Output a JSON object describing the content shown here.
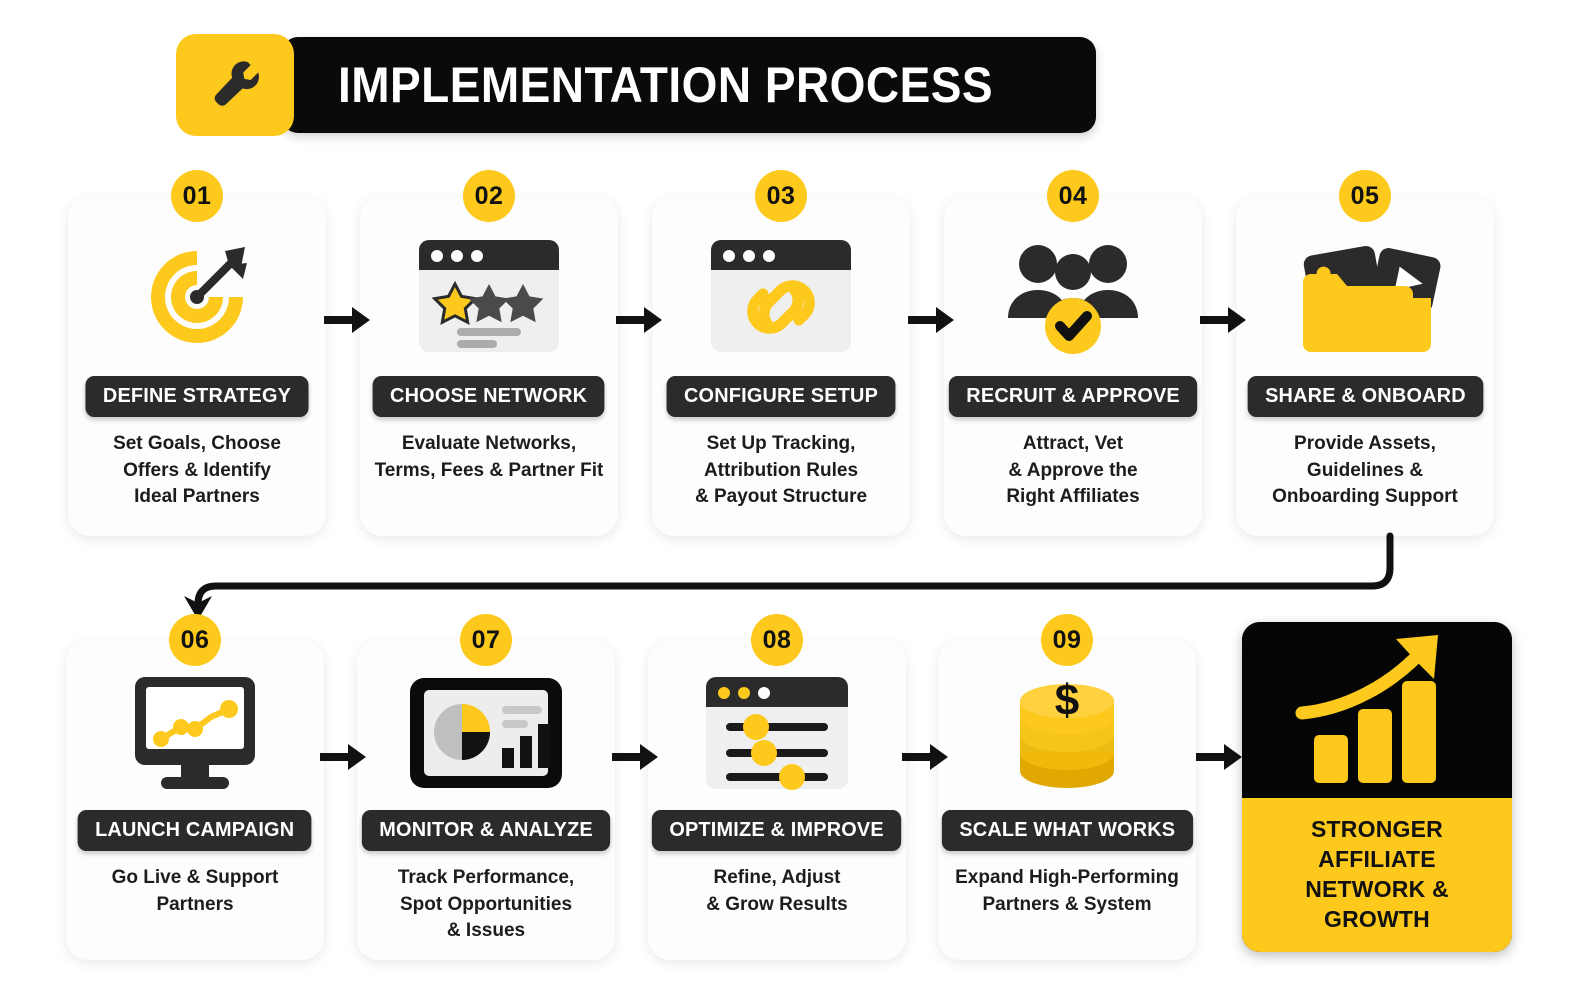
{
  "header": {
    "title": "IMPLEMENTATION PROCESS",
    "icon": "wrench-icon",
    "badge_color": "#FDC91C",
    "bar_color": "#0A0A0A"
  },
  "colors": {
    "yellow": "#FDC91C",
    "dark_pill": "#2B2B2B",
    "card_bg": "#FDFDFD",
    "page_bg": "#FFFFFF",
    "text": "#1C1C1C"
  },
  "steps": [
    {
      "number": "01",
      "title": "DEFINE STRATEGY",
      "description": "Set Goals, Choose\nOffers & Identify\nIdeal Partners",
      "icon": "target-dart-icon"
    },
    {
      "number": "02",
      "title": "CHOOSE NETWORK",
      "description": "Evaluate Networks,\nTerms, Fees & Partner Fit",
      "icon": "browser-star-rating-icon"
    },
    {
      "number": "03",
      "title": "CONFIGURE SETUP",
      "description": "Set Up Tracking,\nAttribution Rules\n& Payout Structure",
      "icon": "browser-link-chain-icon"
    },
    {
      "number": "04",
      "title": "RECRUIT & APPROVE",
      "description": "Attract, Vet\n& Approve the\nRight Affiliates",
      "icon": "people-group-check-icon"
    },
    {
      "number": "05",
      "title": "SHARE & ONBOARD",
      "description": "Provide Assets,\nGuidelines &\nOnboarding Support",
      "icon": "folder-media-assets-icon"
    },
    {
      "number": "06",
      "title": "LAUNCH CAMPAIGN",
      "description": "Go Live & Support\nPartners",
      "icon": "monitor-line-chart-icon"
    },
    {
      "number": "07",
      "title": "MONITOR & ANALYZE",
      "description": "Track Performance,\nSpot Opportunities\n& Issues",
      "icon": "tablet-analytics-dashboard-icon"
    },
    {
      "number": "08",
      "title": "OPTIMIZE & IMPROVE",
      "description": "Refine, Adjust\n& Grow Results",
      "icon": "browser-sliders-icon"
    },
    {
      "number": "09",
      "title": "SCALE WHAT WORKS",
      "description": "Expand High-Performing\nPartners & System",
      "icon": "coin-stack-dollar-icon"
    }
  ],
  "outcome": {
    "label": "STRONGER AFFILIATE\nNETWORK & GROWTH",
    "icon": "growth-bar-chart-arrow-icon"
  },
  "connectors": {
    "inline_arrow": "arrow-right-icon",
    "wrap_arrow": "arrow-wrap-down-icon",
    "count_row1": 4,
    "count_row2": 4
  }
}
